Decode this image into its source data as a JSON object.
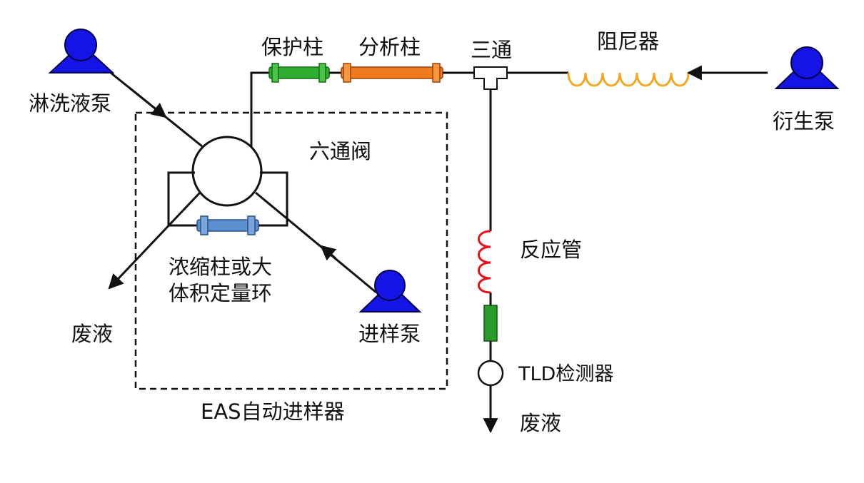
{
  "labels": {
    "eluent_pump": "淋洗液泵",
    "guard_column": "保护柱",
    "analytical_column": "分析柱",
    "tee": "三通",
    "damper": "阻尼器",
    "derivatization_pump": "衍生泵",
    "six_port_valve": "六通阀",
    "concentrator_line1": "浓缩柱或大",
    "concentrator_line2": "体积定量环",
    "waste_left": "废液",
    "sample_pump": "进样泵",
    "autosampler": "EAS自动进样器",
    "reaction_coil": "反应管",
    "detector": "TLD检测器",
    "waste_bottom": "废液"
  },
  "colors": {
    "pump": "#1414e6",
    "guard_column": "#2fae2f",
    "analytical_column": "#f07a1e",
    "damper_coil": "#f2a81d",
    "reaction_coil": "#e8101c",
    "concentrator": "#5b8fd0",
    "filter": "#2a9a2a",
    "line": "#111111"
  }
}
